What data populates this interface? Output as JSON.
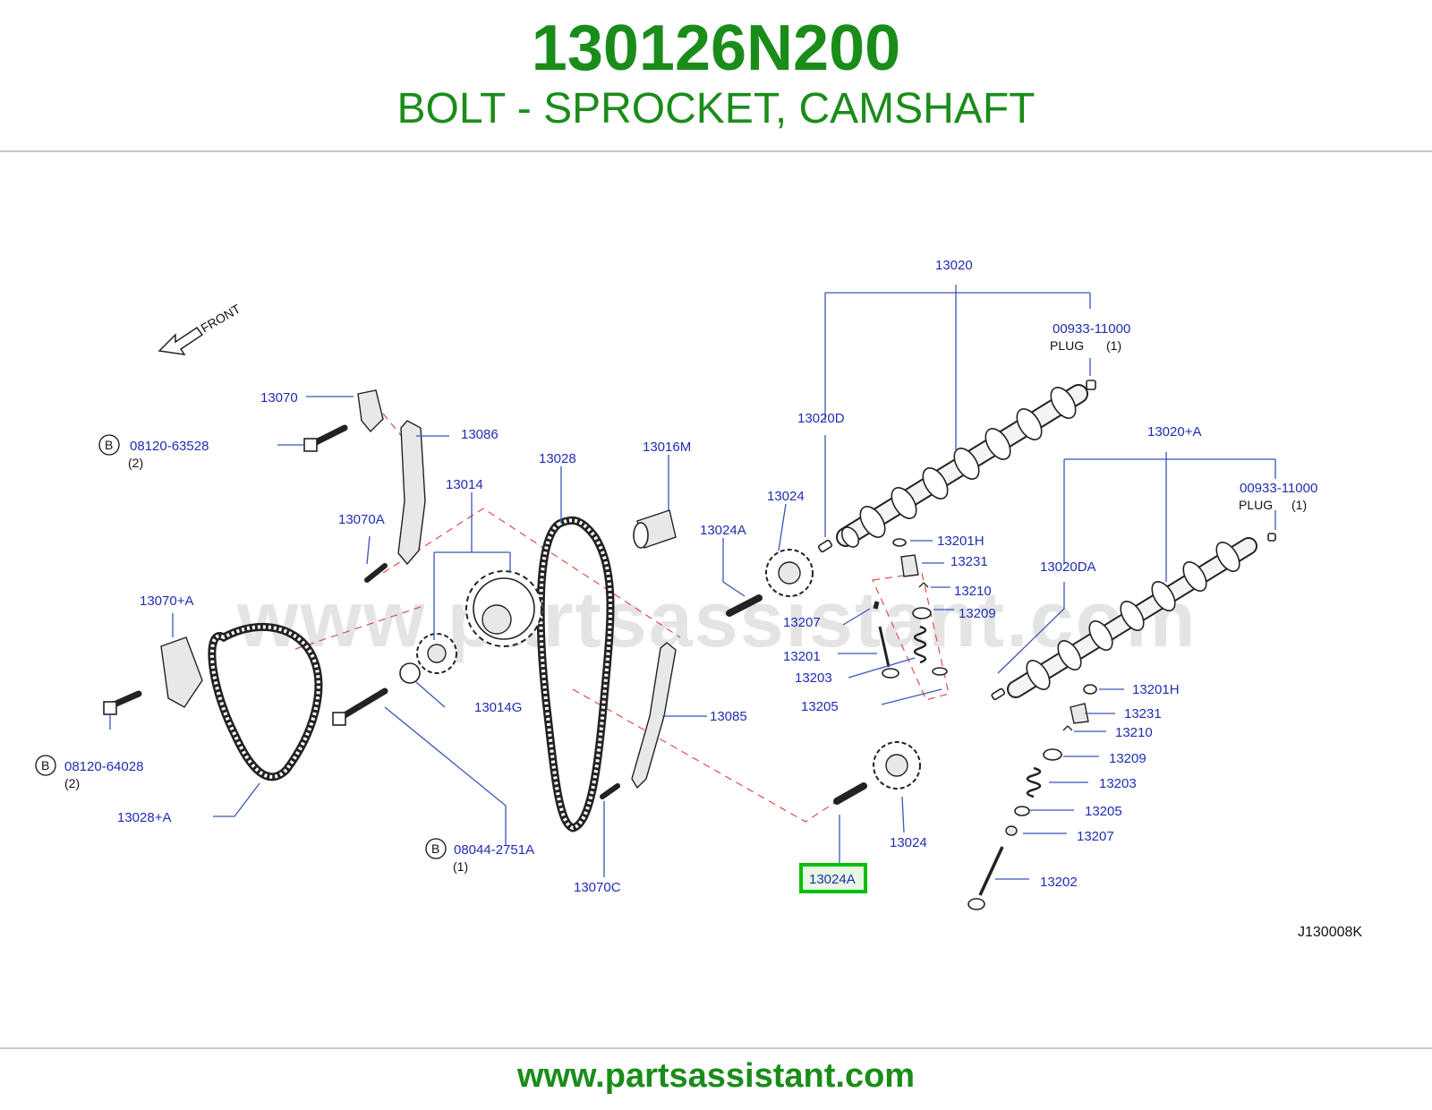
{
  "header": {
    "part_number": "130126N200",
    "description": "BOLT - SPROCKET, CAMSHAFT"
  },
  "diagram": {
    "watermark": "www.partsassistant.com",
    "front_label": "FRONT",
    "ref_code": "J130008K",
    "highlight_color": "#00c000",
    "labels": {
      "p13020": "13020",
      "p00933a": "00933-11000",
      "plug_a": "PLUG",
      "plug_a_qty": "(1)",
      "p13020d": "13020D",
      "p13070": "13070",
      "p13086": "13086",
      "b1": "B",
      "p08120a": "08120-63528",
      "qty2a": "(2)",
      "p13028": "13028",
      "p13016m": "13016M",
      "p13014": "13014",
      "p13024top": "13024",
      "p13024a_top": "13024A",
      "p13070a": "13070A",
      "p13201h_a": "13201H",
      "p13231_a": "13231",
      "p13210_a": "13210",
      "p13209_a": "13209",
      "p13207_a": "13207",
      "p13201": "13201",
      "p13203_a": "13203",
      "p13205_a": "13205",
      "p13020plusA": "13020+A",
      "p00933b": "00933-11000",
      "plug_b": "PLUG",
      "plug_b_qty": "(1)",
      "p13020da": "13020DA",
      "p13070plusA": "13070+A",
      "p13014g": "13014G",
      "p13085": "13085",
      "b2": "B",
      "p08120b": "08120-64028",
      "qty2b": "(2)",
      "p13028plusA": "13028+A",
      "b3": "B",
      "p08044": "08044-2751A",
      "qty1": "(1)",
      "p13070c": "13070C",
      "p13024a_hl": "13024A",
      "p13024bot": "13024",
      "p13201h_b": "13201H",
      "p13231_b": "13231",
      "p13210_b": "13210",
      "p13209_b": "13209",
      "p13203_b": "13203",
      "p13205_b": "13205",
      "p13207_b": "13207",
      "p13202": "13202"
    }
  },
  "footer": {
    "url": "www.partsassistant.com"
  }
}
